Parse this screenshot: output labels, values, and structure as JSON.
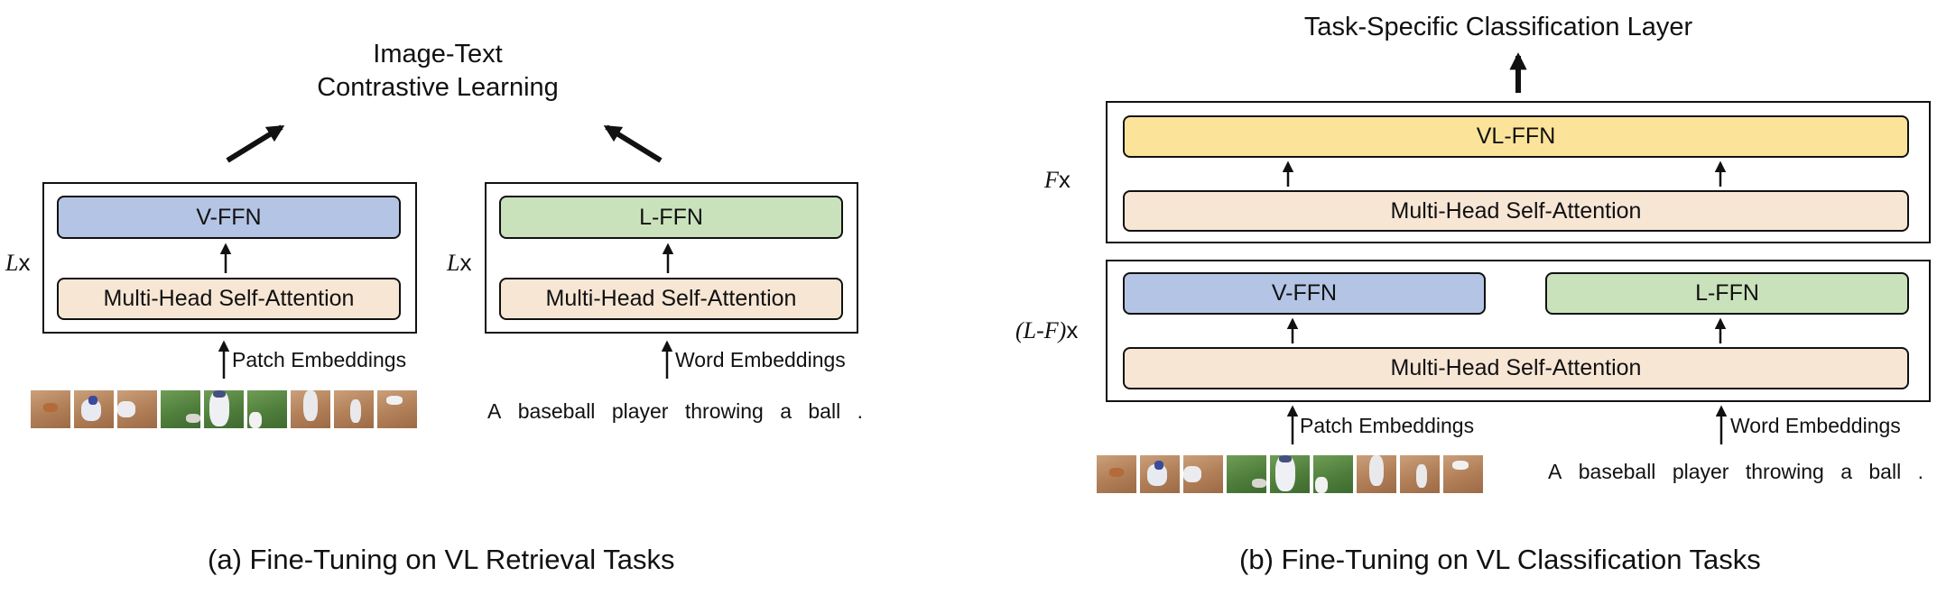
{
  "left_panel": {
    "title_line1": "Image-Text",
    "title_line2": "Contrastive Learning",
    "vision_stack": {
      "repeat_prefix": "L",
      "repeat_suffix": "x",
      "ffn_label": "V-FFN",
      "attention_label": "Multi-Head Self-Attention",
      "input_label": "Patch Embeddings"
    },
    "language_stack": {
      "repeat_prefix": "L",
      "repeat_suffix": "x",
      "ffn_label": "L-FFN",
      "attention_label": "Multi-Head Self-Attention",
      "input_label": "Word Embeddings"
    },
    "sentence_tokens": [
      "A",
      "baseball",
      "player",
      "throwing",
      "a",
      "ball",
      "."
    ],
    "caption": "(a) Fine-Tuning on VL Retrieval Tasks"
  },
  "right_panel": {
    "title": "Task-Specific Classification Layer",
    "top_stack": {
      "repeat_prefix": "F",
      "repeat_suffix": "x",
      "ffn_label": "VL-FFN",
      "attention_label": "Multi-Head Self-Attention"
    },
    "bottom_stack": {
      "repeat_prefix": "(L-F)",
      "repeat_suffix": "x",
      "vision_ffn_label": "V-FFN",
      "language_ffn_label": "L-FFN",
      "attention_label": "Multi-Head Self-Attention"
    },
    "patch_input_label": "Patch Embeddings",
    "word_input_label": "Word Embeddings",
    "sentence_tokens": [
      "A",
      "baseball",
      "player",
      "throwing",
      "a",
      "ball",
      "."
    ],
    "caption": "(b) Fine-Tuning on VL Classification Tasks"
  },
  "colors": {
    "attention": "#f8e6d5",
    "vision_ffn": "#b4c4e5",
    "language_ffn": "#cae2bb",
    "vl_ffn": "#fbe49a"
  },
  "image_patches": [
    "dirt",
    "dirt",
    "dirt",
    "grass",
    "grass",
    "grass",
    "dirt",
    "dirt",
    "dirt"
  ]
}
